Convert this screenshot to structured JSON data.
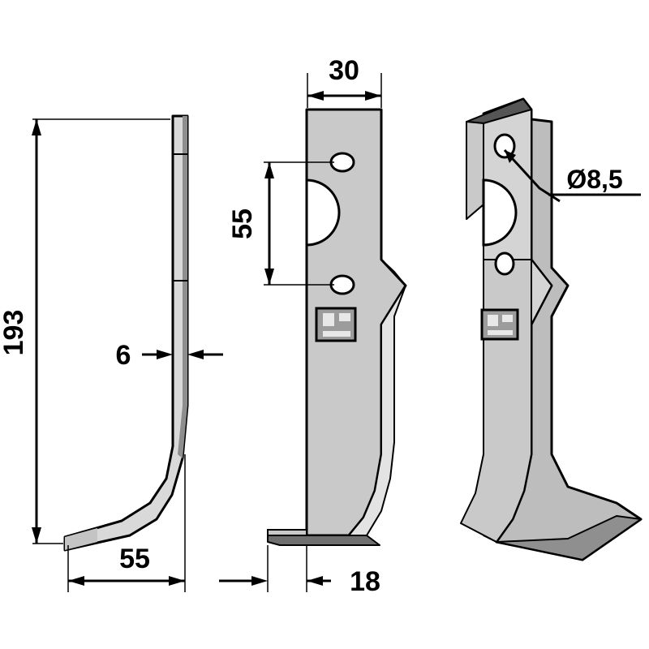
{
  "title": "Technical drawing of tiller blade",
  "colors": {
    "line": "#000000",
    "fill_light": "#d9d9d9",
    "fill_mid": "#c4c4c4",
    "fill_dark": "#8e8e8e",
    "fill_white": "#ffffff",
    "background": "#ffffff"
  },
  "dimensions": {
    "total_length": "193",
    "foot_length": "55",
    "thickness": "6",
    "width": "30",
    "hole_spacing": "55",
    "base_width": "18",
    "hole_diameter": "Ø8,5"
  },
  "views": {
    "side": {
      "name": "side-view",
      "labels": {
        "length": "193",
        "foot": "55",
        "thickness": "6"
      }
    },
    "front": {
      "name": "front-view",
      "labels": {
        "width": "30",
        "hole_spacing": "55",
        "base": "18"
      }
    },
    "iso": {
      "name": "perspective-view",
      "labels": {
        "hole": "Ø8,5"
      }
    }
  },
  "annotations": [
    {
      "id": "dim-193",
      "value": "193",
      "orientation": "vertical"
    },
    {
      "id": "dim-6",
      "value": "6",
      "orientation": "horizontal"
    },
    {
      "id": "dim-55-foot",
      "value": "55",
      "orientation": "horizontal"
    },
    {
      "id": "dim-30",
      "value": "30",
      "orientation": "horizontal"
    },
    {
      "id": "dim-55-holes",
      "value": "55",
      "orientation": "vertical"
    },
    {
      "id": "dim-18",
      "value": "18",
      "orientation": "horizontal"
    },
    {
      "id": "dim-hole-dia",
      "value": "Ø8,5",
      "orientation": "leader"
    }
  ]
}
